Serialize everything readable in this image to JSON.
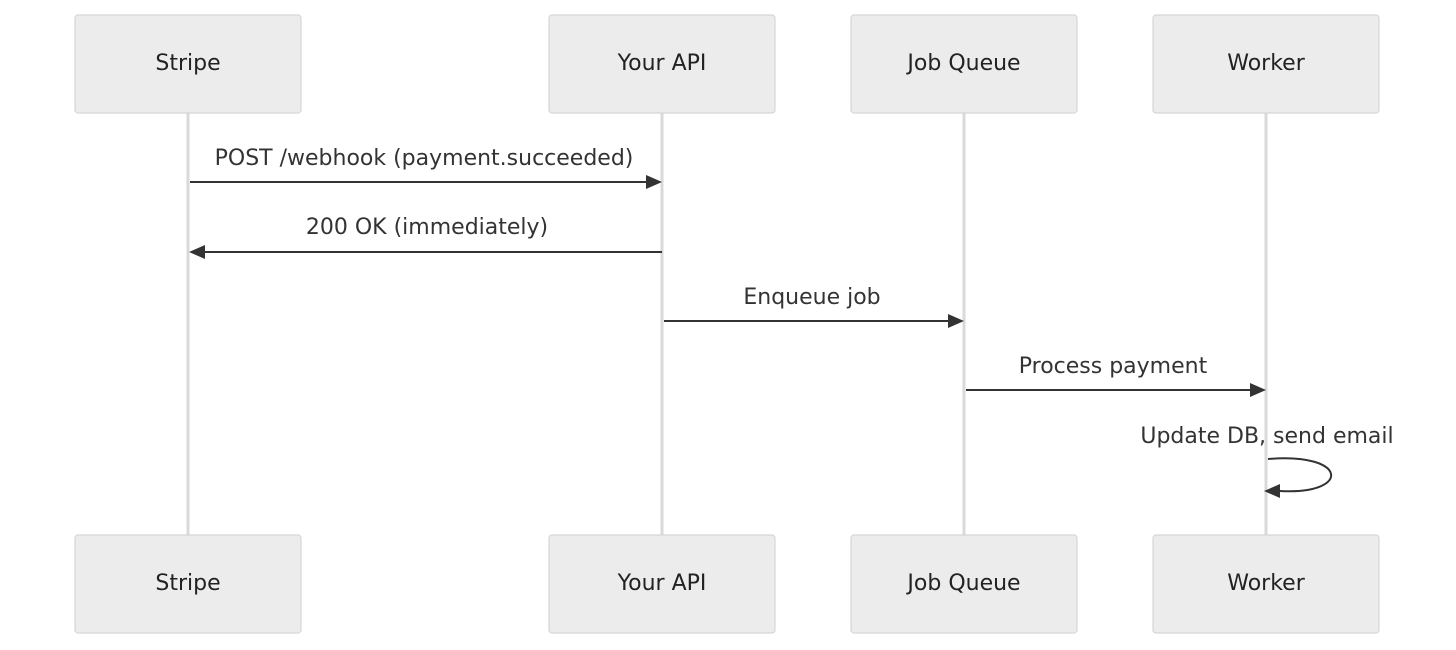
{
  "participants": [
    {
      "id": "stripe",
      "label": "Stripe"
    },
    {
      "id": "api",
      "label": "Your API"
    },
    {
      "id": "queue",
      "label": "Job Queue"
    },
    {
      "id": "worker",
      "label": "Worker"
    }
  ],
  "messages": [
    {
      "from": "stripe",
      "to": "api",
      "label": "POST /webhook (payment.succeeded)"
    },
    {
      "from": "api",
      "to": "stripe",
      "label": "200 OK (immediately)"
    },
    {
      "from": "api",
      "to": "queue",
      "label": "Enqueue job"
    },
    {
      "from": "queue",
      "to": "worker",
      "label": "Process payment"
    },
    {
      "from": "worker",
      "to": "worker",
      "label": "Update DB, send email"
    }
  ],
  "colors": {
    "box_fill": "#ececec",
    "box_stroke": "#d6d6d6",
    "lifeline": "#d9d9d9",
    "arrow": "#333333",
    "text": "#222222"
  }
}
